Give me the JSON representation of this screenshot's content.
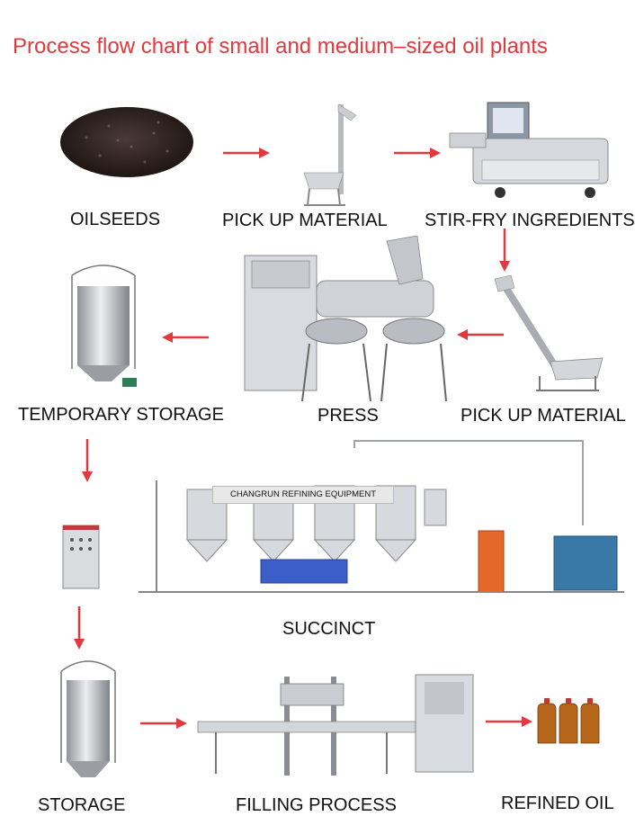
{
  "title": "Process flow chart of small and medium–sized oil plants",
  "steps": [
    {
      "id": "oilseeds",
      "label": "OILSEEDS"
    },
    {
      "id": "pickup1",
      "label": "PICK UP MATERIAL"
    },
    {
      "id": "stirfry",
      "label": "STIR-FRY INGREDIENTS"
    },
    {
      "id": "pickup2",
      "label": "PICK UP MATERIAL"
    },
    {
      "id": "press",
      "label": "PRESS"
    },
    {
      "id": "tempstorage",
      "label": "TEMPORARY STORAGE"
    },
    {
      "id": "succinct",
      "label": "SUCCINCT"
    },
    {
      "id": "storage",
      "label": "STORAGE"
    },
    {
      "id": "filling",
      "label": "FILLING PROCESS"
    },
    {
      "id": "refined",
      "label": "REFINED OIL"
    }
  ],
  "refinery_banner": "CHANGRUN  REFINING EQUIPMENT",
  "colors": {
    "title": "#e0393e",
    "arrow": "#e0393e",
    "steel": "#c9ccd0",
    "oil": "#b5661a"
  }
}
